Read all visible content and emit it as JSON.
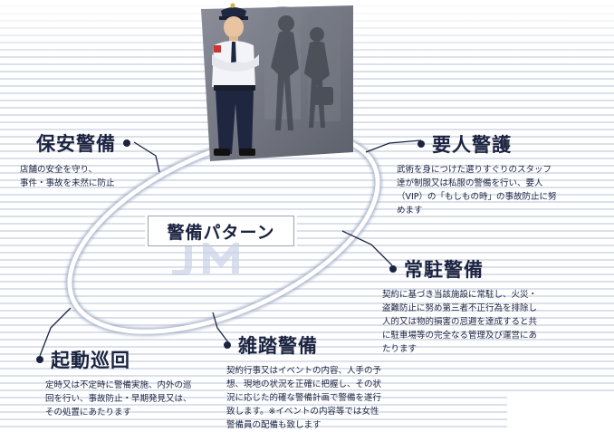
{
  "center_label": "警備パターン",
  "sections": {
    "hoan": {
      "title": "保安警備",
      "lines": [
        "店舗の安全を守り、",
        "事件・事故を未然に防止"
      ]
    },
    "yojin": {
      "title": "要人警護",
      "lines": [
        "武術を身につけた選りすぐりのスタッフ",
        "達が制服又は私服の警備を行い、要人",
        "（VIP）の「もしもの時」の事故防止に努",
        "めます"
      ]
    },
    "jochu": {
      "title": "常駐警備",
      "lines": [
        "契約に基づき当該施設に常駐し、火災・",
        "盗難防止に努め第三者不正行為を排除し",
        "人的又は物的損害の忌避を達成すると共",
        "に駐車場等の完全なる管理及び運営にあ",
        "たります"
      ]
    },
    "zatto": {
      "title": "雑踏警備",
      "lines": [
        "契約行事又はイベントの内容、人手の予",
        "想、現地の状況を正確に把握し、その状",
        "況に応じた的確な警備計画で警備を遂行",
        "致します。※イベントの内容等では女性",
        "警備員の配備も致します"
      ]
    },
    "kido": {
      "title": "起動巡回",
      "lines": [
        "定時又は不定時に警備実施、内外の巡",
        "回を行い、事故防止・早期発見又は、",
        "その処置にあたります"
      ]
    }
  },
  "colors": {
    "text": "#1b2340",
    "ring": "#ffffff",
    "stripe": "#bcc6dc"
  }
}
